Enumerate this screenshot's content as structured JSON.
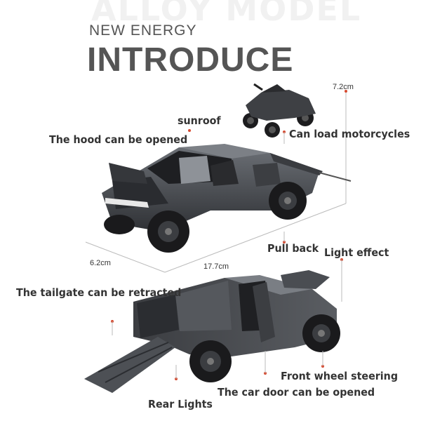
{
  "watermark": "ALLOY MODEL",
  "header": {
    "subtitle": "NEW ENERGY",
    "title": "INTRODUCE"
  },
  "dimensions": {
    "height": "7.2cm",
    "width": "6.2cm",
    "length": "17.7cm"
  },
  "features": {
    "sunroof": "sunroof",
    "hood": "The hood can be opened",
    "motorcycles": "Can load motorcycles",
    "pull_back": "Pull back",
    "light_effect": "Light effect",
    "tailgate": "The tailgate can be retracted",
    "front_wheel": "Front wheel steering",
    "car_door": "The car door can be opened",
    "rear_lights": "Rear Lights"
  },
  "colors": {
    "accent_dot": "#d6492f",
    "body": "#4a4d52",
    "dark": "#1c1c1e",
    "guide_line": "#bbbbbb"
  }
}
